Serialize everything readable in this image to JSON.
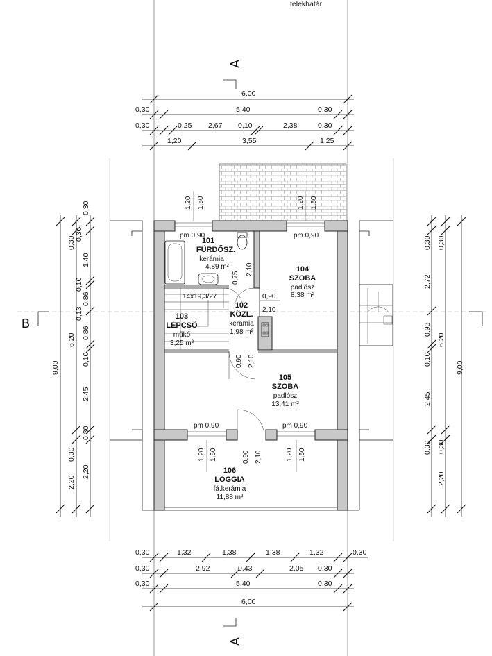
{
  "labels": {
    "boundary": "telekhatár",
    "sectionA": "A",
    "sectionB": "B"
  },
  "rooms": [
    {
      "num": "101",
      "name": "FÜRDŐSZ.",
      "floor": "kerámia",
      "area": "4,89 m²"
    },
    {
      "num": "102",
      "name": "KÖZL.",
      "floor": "kerámia",
      "area": "1,98 m²"
    },
    {
      "num": "103",
      "name": "LÉPCSŐ",
      "floor": "műkő",
      "area": "3,25 m²"
    },
    {
      "num": "104",
      "name": "SZOBA",
      "floor": "padlósz",
      "area": "8,38 m²"
    },
    {
      "num": "105",
      "name": "SZOBA",
      "floor": "padlósz",
      "area": "13,41 m²"
    },
    {
      "num": "106",
      "name": "LOGGIA",
      "floor": "fá.kerámia",
      "area": "11,88 m²"
    }
  ],
  "stair": "14x19,3/27",
  "top_dims": {
    "overall": "6,00",
    "row1": [
      "0,30",
      "5,40",
      "0,30"
    ],
    "row2": [
      "0,30",
      "0,25",
      "2,67",
      "0,10",
      "2,38",
      "0,30"
    ],
    "row3": [
      "1,20",
      "3,55",
      "1,25"
    ]
  },
  "bottom_dims": {
    "row1": [
      "0,30",
      "1,32",
      "1,38",
      "1,38",
      "1,32",
      "0,30"
    ],
    "row2": [
      "0,30",
      "2,92",
      "0,43",
      "2,05",
      "0,30"
    ],
    "row3": [
      "0,30",
      "5,40",
      "0,30"
    ],
    "overall": "6,00"
  },
  "left_dims": {
    "outer": "9,00",
    "mid": [
      "0,30",
      "6,20",
      "0,30",
      "2,20"
    ],
    "inner": [
      "0,30",
      "0,30",
      "1,40",
      "0,10",
      "0,86",
      "0,13",
      "0,86",
      "0,10",
      "2,45",
      "0,30",
      "2,20"
    ]
  },
  "right_dims": {
    "outer": "9,00",
    "mid": [
      "0,30",
      "6,20",
      "0,30",
      "2,20"
    ],
    "inner": [
      "0,30",
      "2,72",
      "0,93",
      "0,10",
      "2,45",
      "0,30"
    ]
  },
  "openings": {
    "pm1": "pm 0,90",
    "pm2": "pm 0,90",
    "pm3": "pm 0,90",
    "pm4": "pm 0,90",
    "w1h": "1,20",
    "w1v": "1,50",
    "w2h": "1,20",
    "w2v": "1,50",
    "w3h": "1,20",
    "w3v": "1,50",
    "w4h": "1,20",
    "w4v": "1,50",
    "d_bath_w": "0,75",
    "d_bath_h": "2,10",
    "d_room104_w": "0,90",
    "d_room104_h": "2,10",
    "d_hall_w": "0,90",
    "d_hall_h": "2,10",
    "d_loggia_w": "0,90",
    "d_loggia_h": "2,10"
  }
}
